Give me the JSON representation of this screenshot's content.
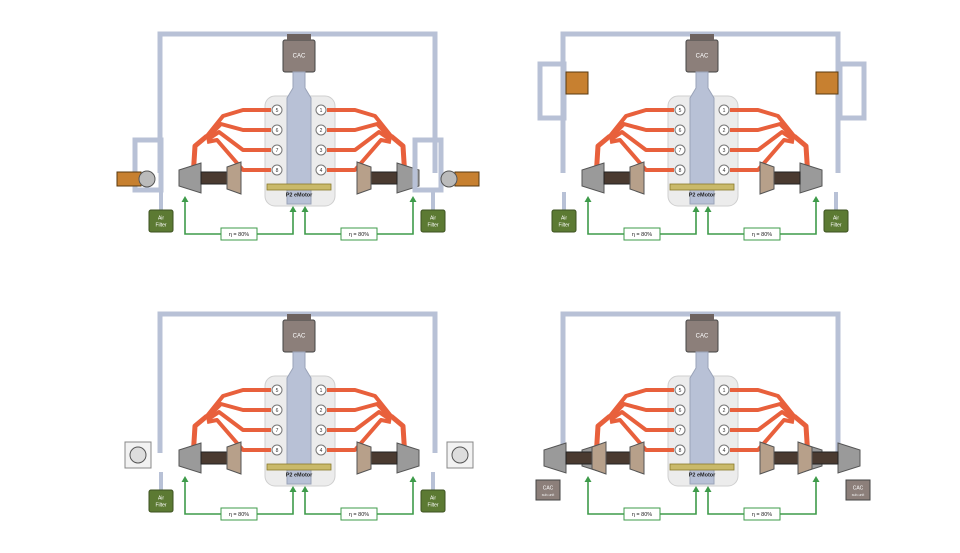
{
  "diagrams": [
    {
      "id": "top-left",
      "cac": "CAC",
      "motor": "P2 eMotor",
      "cylinders_left": [
        "5",
        "6",
        "7",
        "8"
      ],
      "cylinders_right": [
        "1",
        "2",
        "3",
        "4"
      ],
      "filter": [
        "Air",
        "Filter"
      ],
      "eff_left": "η = 80%",
      "eff_right": "η = 80%",
      "variant": "dual-axial",
      "extra_boxes": []
    },
    {
      "id": "top-right",
      "cac": "CAC",
      "motor": "P2 eMotor",
      "cylinders_left": [
        "5",
        "6",
        "7",
        "8"
      ],
      "cylinders_right": [
        "1",
        "2",
        "3",
        "4"
      ],
      "filter": [
        "Air",
        "Filter"
      ],
      "eff_left": "η = 80%",
      "eff_right": "η = 80%",
      "variant": "upper-electric",
      "extra_boxes": []
    },
    {
      "id": "bottom-left",
      "cac": "CAC",
      "motor": "P2 eMotor",
      "cylinders_left": [
        "5",
        "6",
        "7",
        "8"
      ],
      "cylinders_right": [
        "1",
        "2",
        "3",
        "4"
      ],
      "filter": [
        "Air",
        "Filter"
      ],
      "eff_left": "η = 80%",
      "eff_right": "η = 80%",
      "variant": "side-fan",
      "extra_boxes": []
    },
    {
      "id": "bottom-right",
      "cac": "CAC",
      "motor": "P2 eMotor",
      "cylinders_left": [
        "5",
        "6",
        "7",
        "8"
      ],
      "cylinders_right": [
        "1",
        "2",
        "3",
        "4"
      ],
      "filter": [],
      "eff_left": "η = 80%",
      "eff_right": "η = 80%",
      "variant": "twin-turbo-cac",
      "extra_boxes": [
        [
          "CAC",
          "sub-unit"
        ],
        [
          "CAC",
          "sub-unit"
        ]
      ]
    }
  ],
  "colors": {
    "pipe": "#b8c1d6",
    "exhaust": "#e8603c",
    "arrow": "#3e9b4a",
    "filter": "#5c7a33",
    "cac": "#8c7f7a",
    "engine": "#ececec"
  },
  "caption": ""
}
